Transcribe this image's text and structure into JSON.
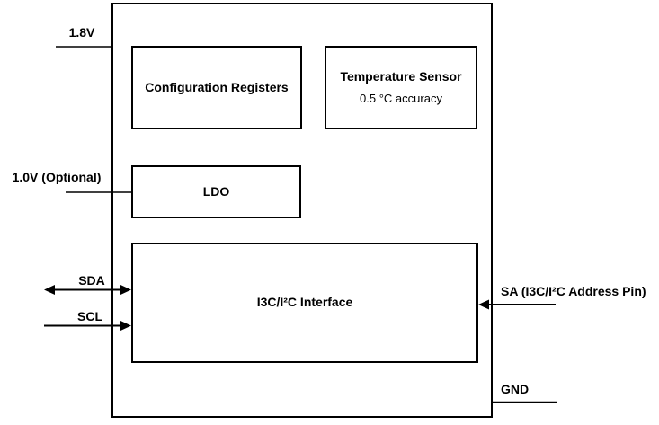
{
  "diagram": {
    "colors": {
      "line": "#000000",
      "background": "#ffffff"
    },
    "blocks": {
      "config_registers": {
        "label": "Configuration Registers"
      },
      "temp_sensor": {
        "label": "Temperature Sensor",
        "sublabel": "0.5 °C accuracy"
      },
      "ldo": {
        "label": "LDO"
      },
      "i3c_interface": {
        "label": "I3C/I²C Interface"
      }
    },
    "pins": {
      "vdd": {
        "label": "1.8V"
      },
      "vcap": {
        "label": "1.0V (Optional)"
      },
      "sda": {
        "label": "SDA",
        "direction": "bidirectional"
      },
      "scl": {
        "label": "SCL",
        "direction": "in"
      },
      "sa": {
        "label": "SA (I3C/I²C Address Pin)",
        "direction": "in"
      },
      "gnd": {
        "label": "GND"
      }
    }
  }
}
